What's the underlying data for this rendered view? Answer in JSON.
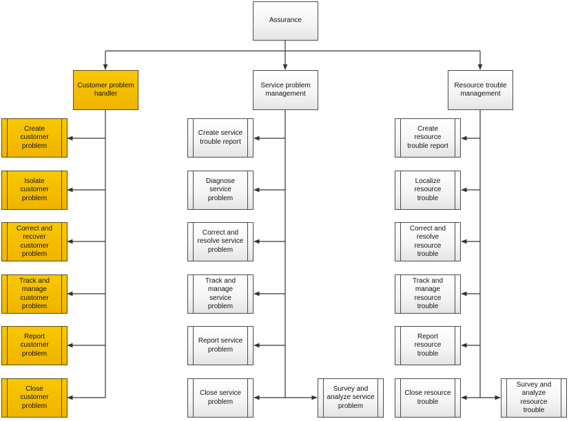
{
  "root": {
    "label": "Assurance"
  },
  "columns": [
    {
      "header": "Customer problem handler",
      "accent": "#f2b700",
      "items": [
        "Create customer problem",
        "Isolate customer problem",
        "Correct and recover customer problem",
        "Track and manage customer problem",
        "Report customer problem",
        "Close customer problem"
      ]
    },
    {
      "header": "Service problem management",
      "items": [
        "Create service trouble report",
        "Diagnose service problem",
        "Correct and resolve service problem",
        "Track and manage service problem",
        "Report service problem",
        "Close service problem"
      ],
      "extra": "Survey and analyze service problem"
    },
    {
      "header": "Resource trouble management",
      "items": [
        "Create resource trouble report",
        "Localize resource trouble",
        "Correct and resolve resource trouble",
        "Track and manage resource trouble",
        "Report resource trouble",
        "Close resource trouble"
      ],
      "extra": "Survey and analyze resource trouble"
    }
  ]
}
